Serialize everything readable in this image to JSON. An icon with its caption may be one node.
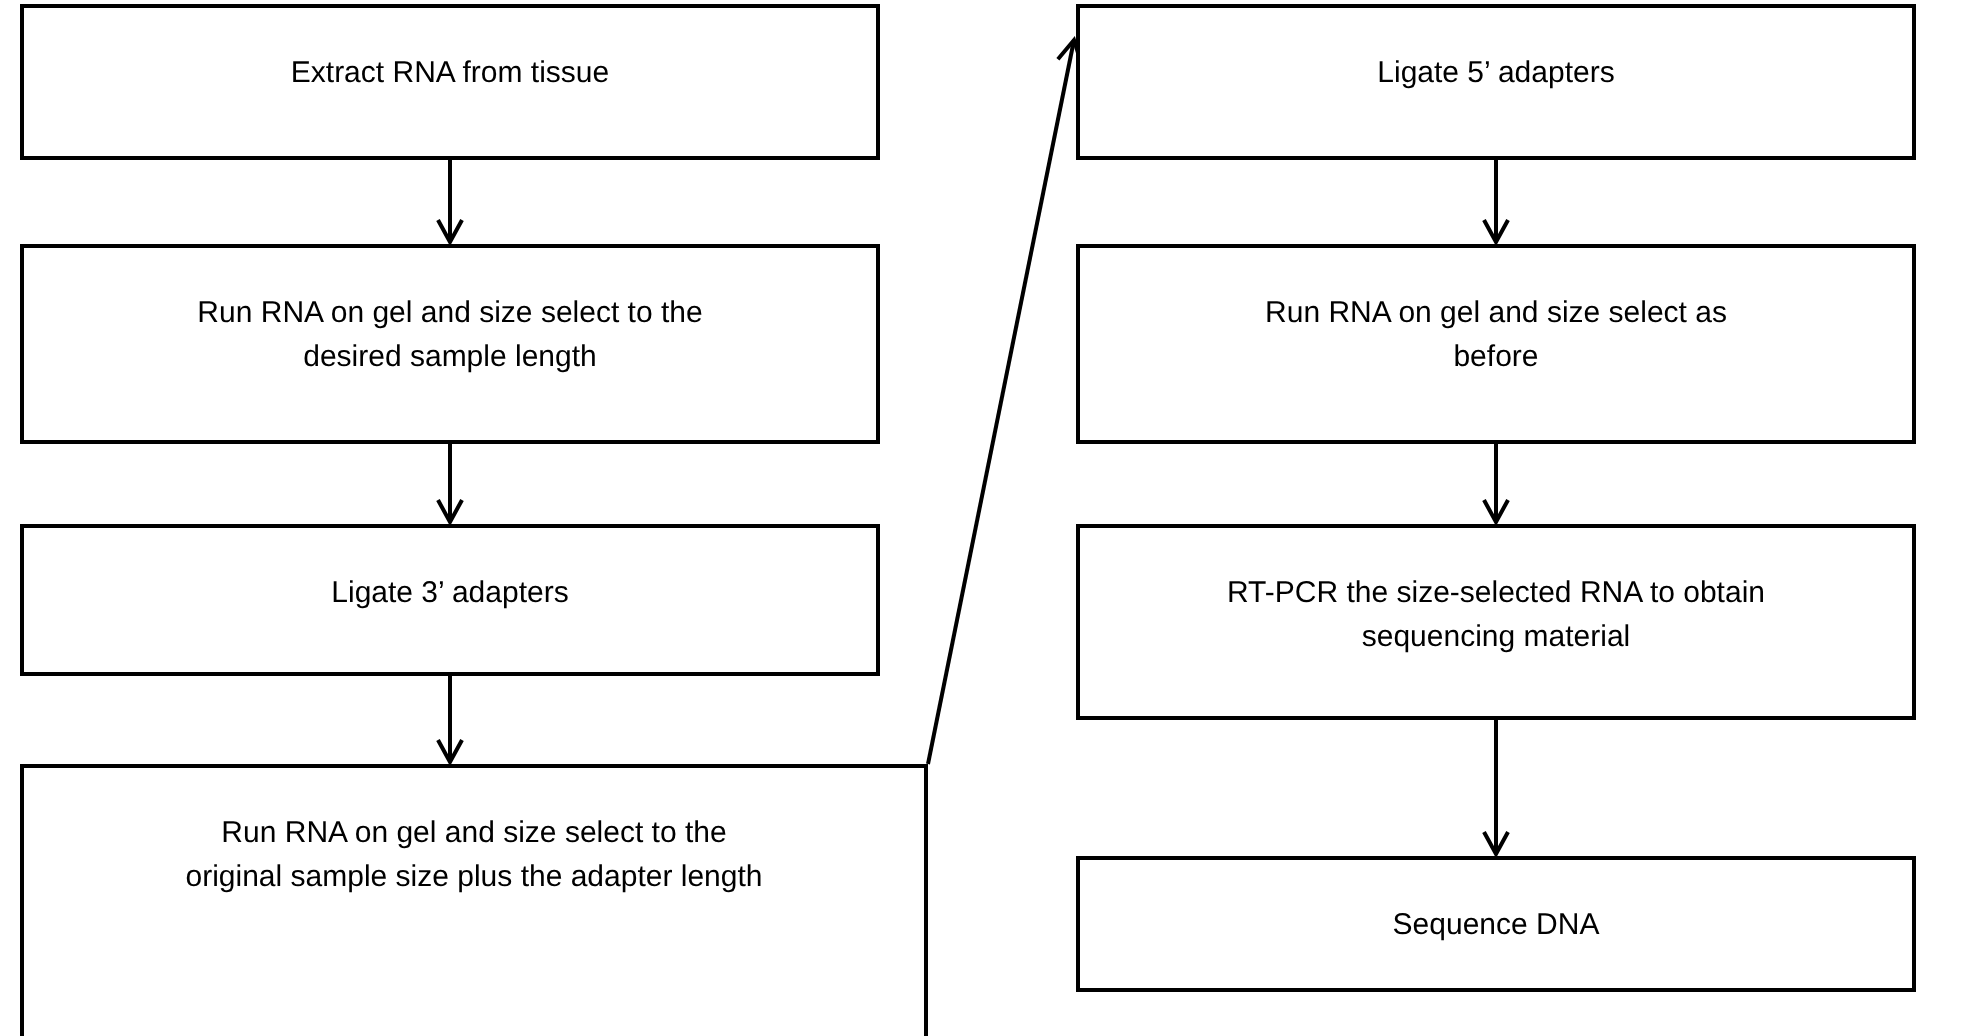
{
  "diagram": {
    "nodes": [
      {
        "text": [
          "Extract RNA from tissue"
        ]
      },
      {
        "text": [
          "Run RNA on gel and size select to the desired sample length"
        ]
      },
      {
        "text": [
          "Ligate 3’ adapters"
        ]
      },
      {
        "text": [
          "Run RNA on gel and size select to the original sample size plus the adapter length"
        ]
      },
      {
        "text": [
          "Ligate 5’ adapters"
        ]
      },
      {
        "text": [
          "Run RNA on gel and size select as before"
        ]
      },
      {
        "text": [
          "RT-PCR the size-selected RNA to obtain sequencing material"
        ]
      },
      {
        "text": [
          "Sequence DNA"
        ]
      }
    ],
    "edges": [
      {
        "from": 0,
        "to": 1,
        "arrow": "to"
      },
      {
        "from": 1,
        "to": 2,
        "arrow": "to"
      },
      {
        "from": 2,
        "to": 3,
        "arrow": "to"
      },
      {
        "from": 3,
        "to": 4,
        "arrow": "to"
      },
      {
        "from": 4,
        "to": 5,
        "arrow": "to"
      },
      {
        "from": 5,
        "to": 6,
        "arrow": "to"
      },
      {
        "from": 6,
        "to": 7,
        "arrow": "to"
      }
    ]
  }
}
